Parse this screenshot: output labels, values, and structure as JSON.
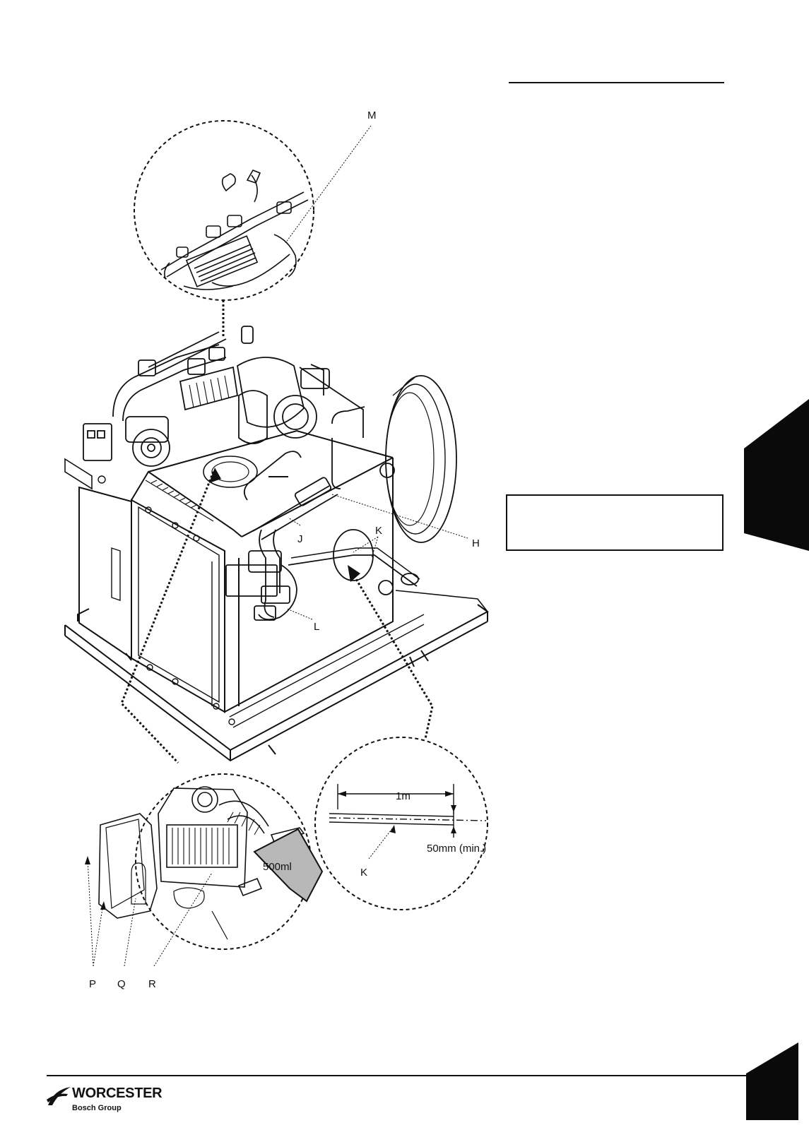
{
  "callouts": {
    "M": "M",
    "H": "H",
    "J": "J",
    "K": "K",
    "L": "L",
    "P": "P",
    "Q": "Q",
    "R": "R"
  },
  "detail_hose": {
    "length_label": "1m",
    "clearance_label": "50mm (min.)",
    "callout": "K"
  },
  "detail_trap": {
    "volume_label": "500ml"
  },
  "logo": {
    "brand": "WORCESTER",
    "group": "Bosch Group"
  },
  "colors": {
    "ink": "#111111",
    "tab_fill": "#0a0a0a",
    "jug_fill": "#b8b8b8"
  }
}
